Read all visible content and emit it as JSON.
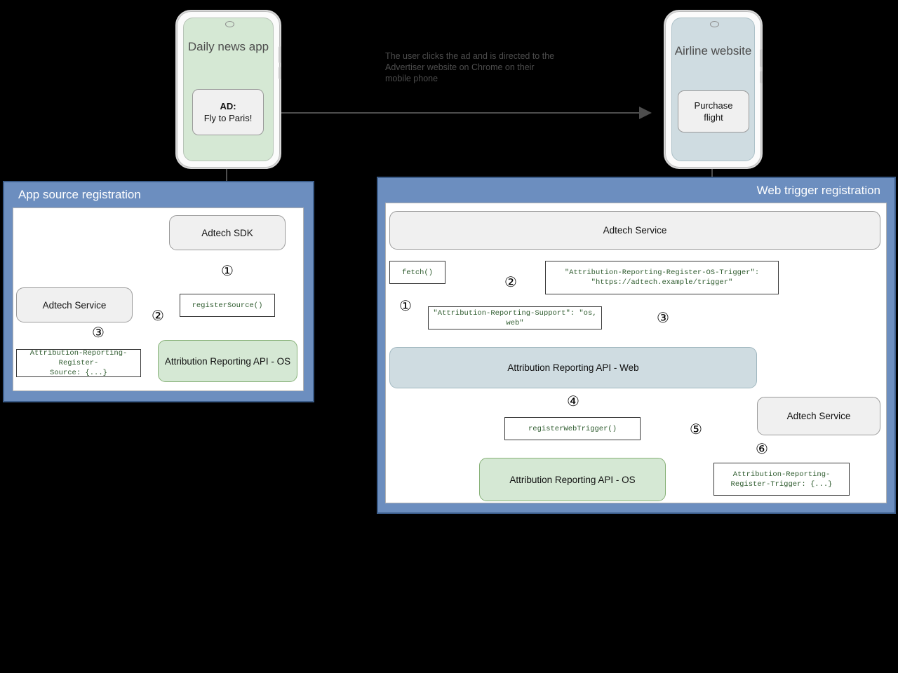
{
  "diagram": {
    "title_left_panel": "App source registration",
    "title_right_panel": "Web trigger registration",
    "caption": "The user clicks the ad and is directed to the Advertiser website on Chrome on their mobile phone",
    "colors": {
      "panel_blue": "#6c8ebf",
      "panel_border": "#3c5d8a",
      "node_gray": "#f0f0f0",
      "node_green": "#d5e8d4",
      "node_blue": "#cfdce1",
      "code_text_green": "#2e5b2e",
      "arrow_gray": "#4d4d4d",
      "background": "#000000"
    }
  },
  "phones": {
    "left": {
      "screen_title": "Daily news app",
      "card_line1": "AD:",
      "card_line2": "Fly to Paris!",
      "screen_color": "#d5e8d4"
    },
    "right": {
      "screen_title": "Airline website",
      "card_line1": "Purchase",
      "card_line2": "flight",
      "screen_color": "#cfdce1"
    }
  },
  "left_panel": {
    "title": "App source registration",
    "nodes": [
      {
        "id": "adtech-sdk",
        "label": "Adtech SDK",
        "style": "gray"
      },
      {
        "id": "adtech-svc",
        "label": "Adtech Service",
        "style": "gray"
      },
      {
        "id": "ar-api-os",
        "label": "Attribution Reporting API - OS",
        "style": "green"
      }
    ],
    "code_boxes": [
      {
        "id": "register-source",
        "text": "registerSource()"
      },
      {
        "id": "register-source-header",
        "text": "Attribution-Reporting-Register-\nSource: {...}"
      }
    ],
    "steps": [
      "①",
      "②",
      "③"
    ]
  },
  "right_panel": {
    "title": "Web trigger registration",
    "nodes": [
      {
        "id": "adtech-svc-top",
        "label": "Adtech Service",
        "style": "gray"
      },
      {
        "id": "ar-api-web",
        "label": "Attribution Reporting API - Web",
        "style": "blue"
      },
      {
        "id": "ar-api-os",
        "label": "Attribution Reporting API - OS",
        "style": "green"
      },
      {
        "id": "adtech-svc-bottom",
        "label": "Adtech Service",
        "style": "gray"
      }
    ],
    "code_boxes": [
      {
        "id": "fetch",
        "text": "fetch()"
      },
      {
        "id": "support-header",
        "text": "\"Attribution-Reporting-Support\": \"os, web\""
      },
      {
        "id": "os-trigger-header",
        "text": "\"Attribution-Reporting-Register-OS-Trigger\":\n  \"https://adtech.example/trigger\""
      },
      {
        "id": "register-web-trigger",
        "text": "registerWebTrigger()"
      },
      {
        "id": "register-trigger-header",
        "text": "Attribution-Reporting-\nRegister-Trigger: {...}"
      }
    ],
    "steps": [
      "①",
      "②",
      "③",
      "④",
      "⑤",
      "⑥"
    ]
  }
}
